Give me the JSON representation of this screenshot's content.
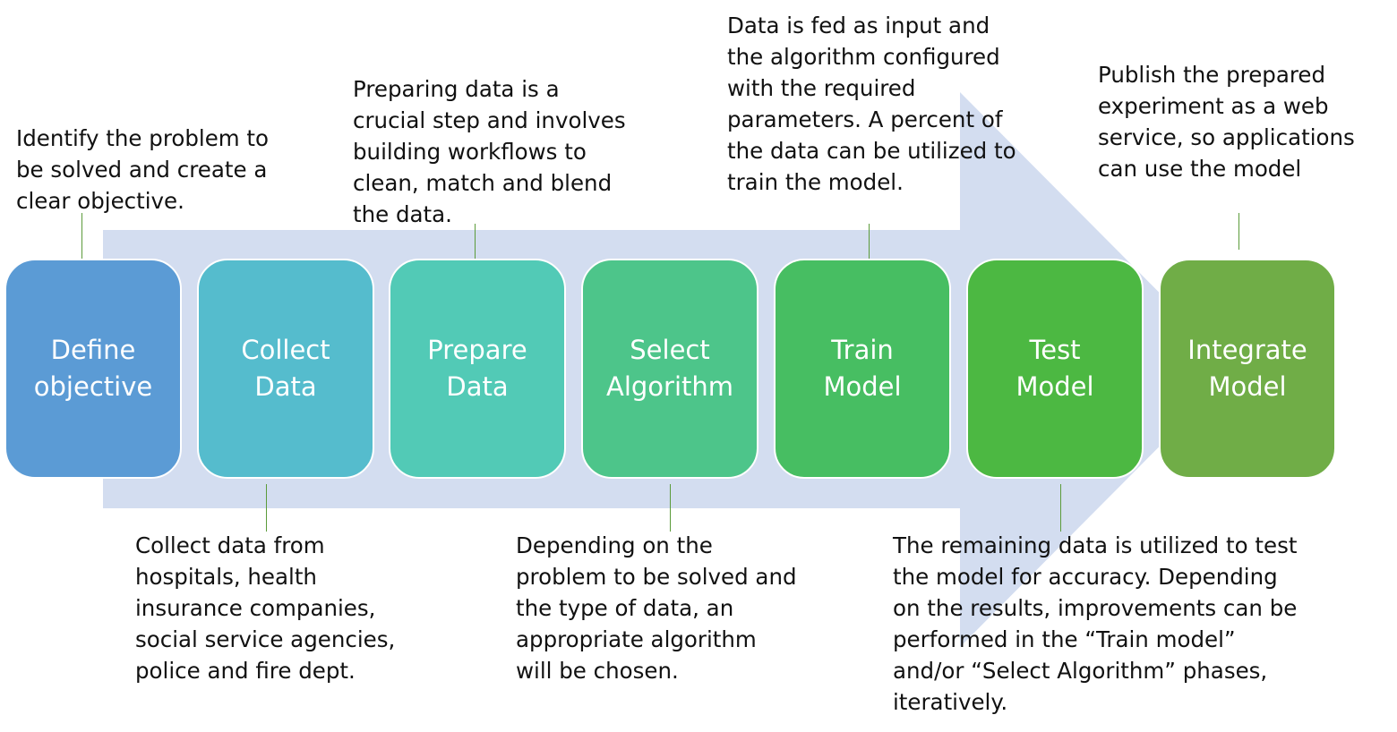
{
  "steps": [
    {
      "label": "Define\nobjective",
      "color": "#5b9bd5"
    },
    {
      "label": "Collect\nData",
      "color": "#55bccd"
    },
    {
      "label": "Prepare\nData",
      "color": "#52cab6"
    },
    {
      "label": "Select\nAlgorithm",
      "color": "#4dc58a"
    },
    {
      "label": "Train\nModel",
      "color": "#47be62"
    },
    {
      "label": "Test\nModel",
      "color": "#4cb842"
    },
    {
      "label": "Integrate\nModel",
      "color": "#70ad47"
    }
  ],
  "notes": {
    "define": "Identify the problem to\nbe solved and create a\nclear objective.",
    "collect": "Collect data from\nhospitals, health\ninsurance companies,\nsocial service agencies,\npolice and fire dept.",
    "prepare": "Preparing data is a\ncrucial step and involves\nbuilding workflows to\nclean, match and blend\nthe data.",
    "select": "Depending on the\nproblem to be solved and\nthe type of data, an\nappropriate algorithm\nwill be chosen.",
    "train": "Data is fed as input and\nthe algorithm configured\nwith the required\nparameters. A percent of\nthe data can be utilized to\ntrain the model.",
    "test": "The remaining data is utilized to test\nthe model for accuracy. Depending\non the results, improvements can be\nperformed in the “Train model”\nand/or “Select Algorithm” phases,\niteratively.",
    "integrate": "Publish the prepared\nexperiment as a web\nservice, so applications\ncan use the model"
  },
  "colors": {
    "arrow": "#d3ddf0",
    "connector": "#5b9b3a"
  }
}
